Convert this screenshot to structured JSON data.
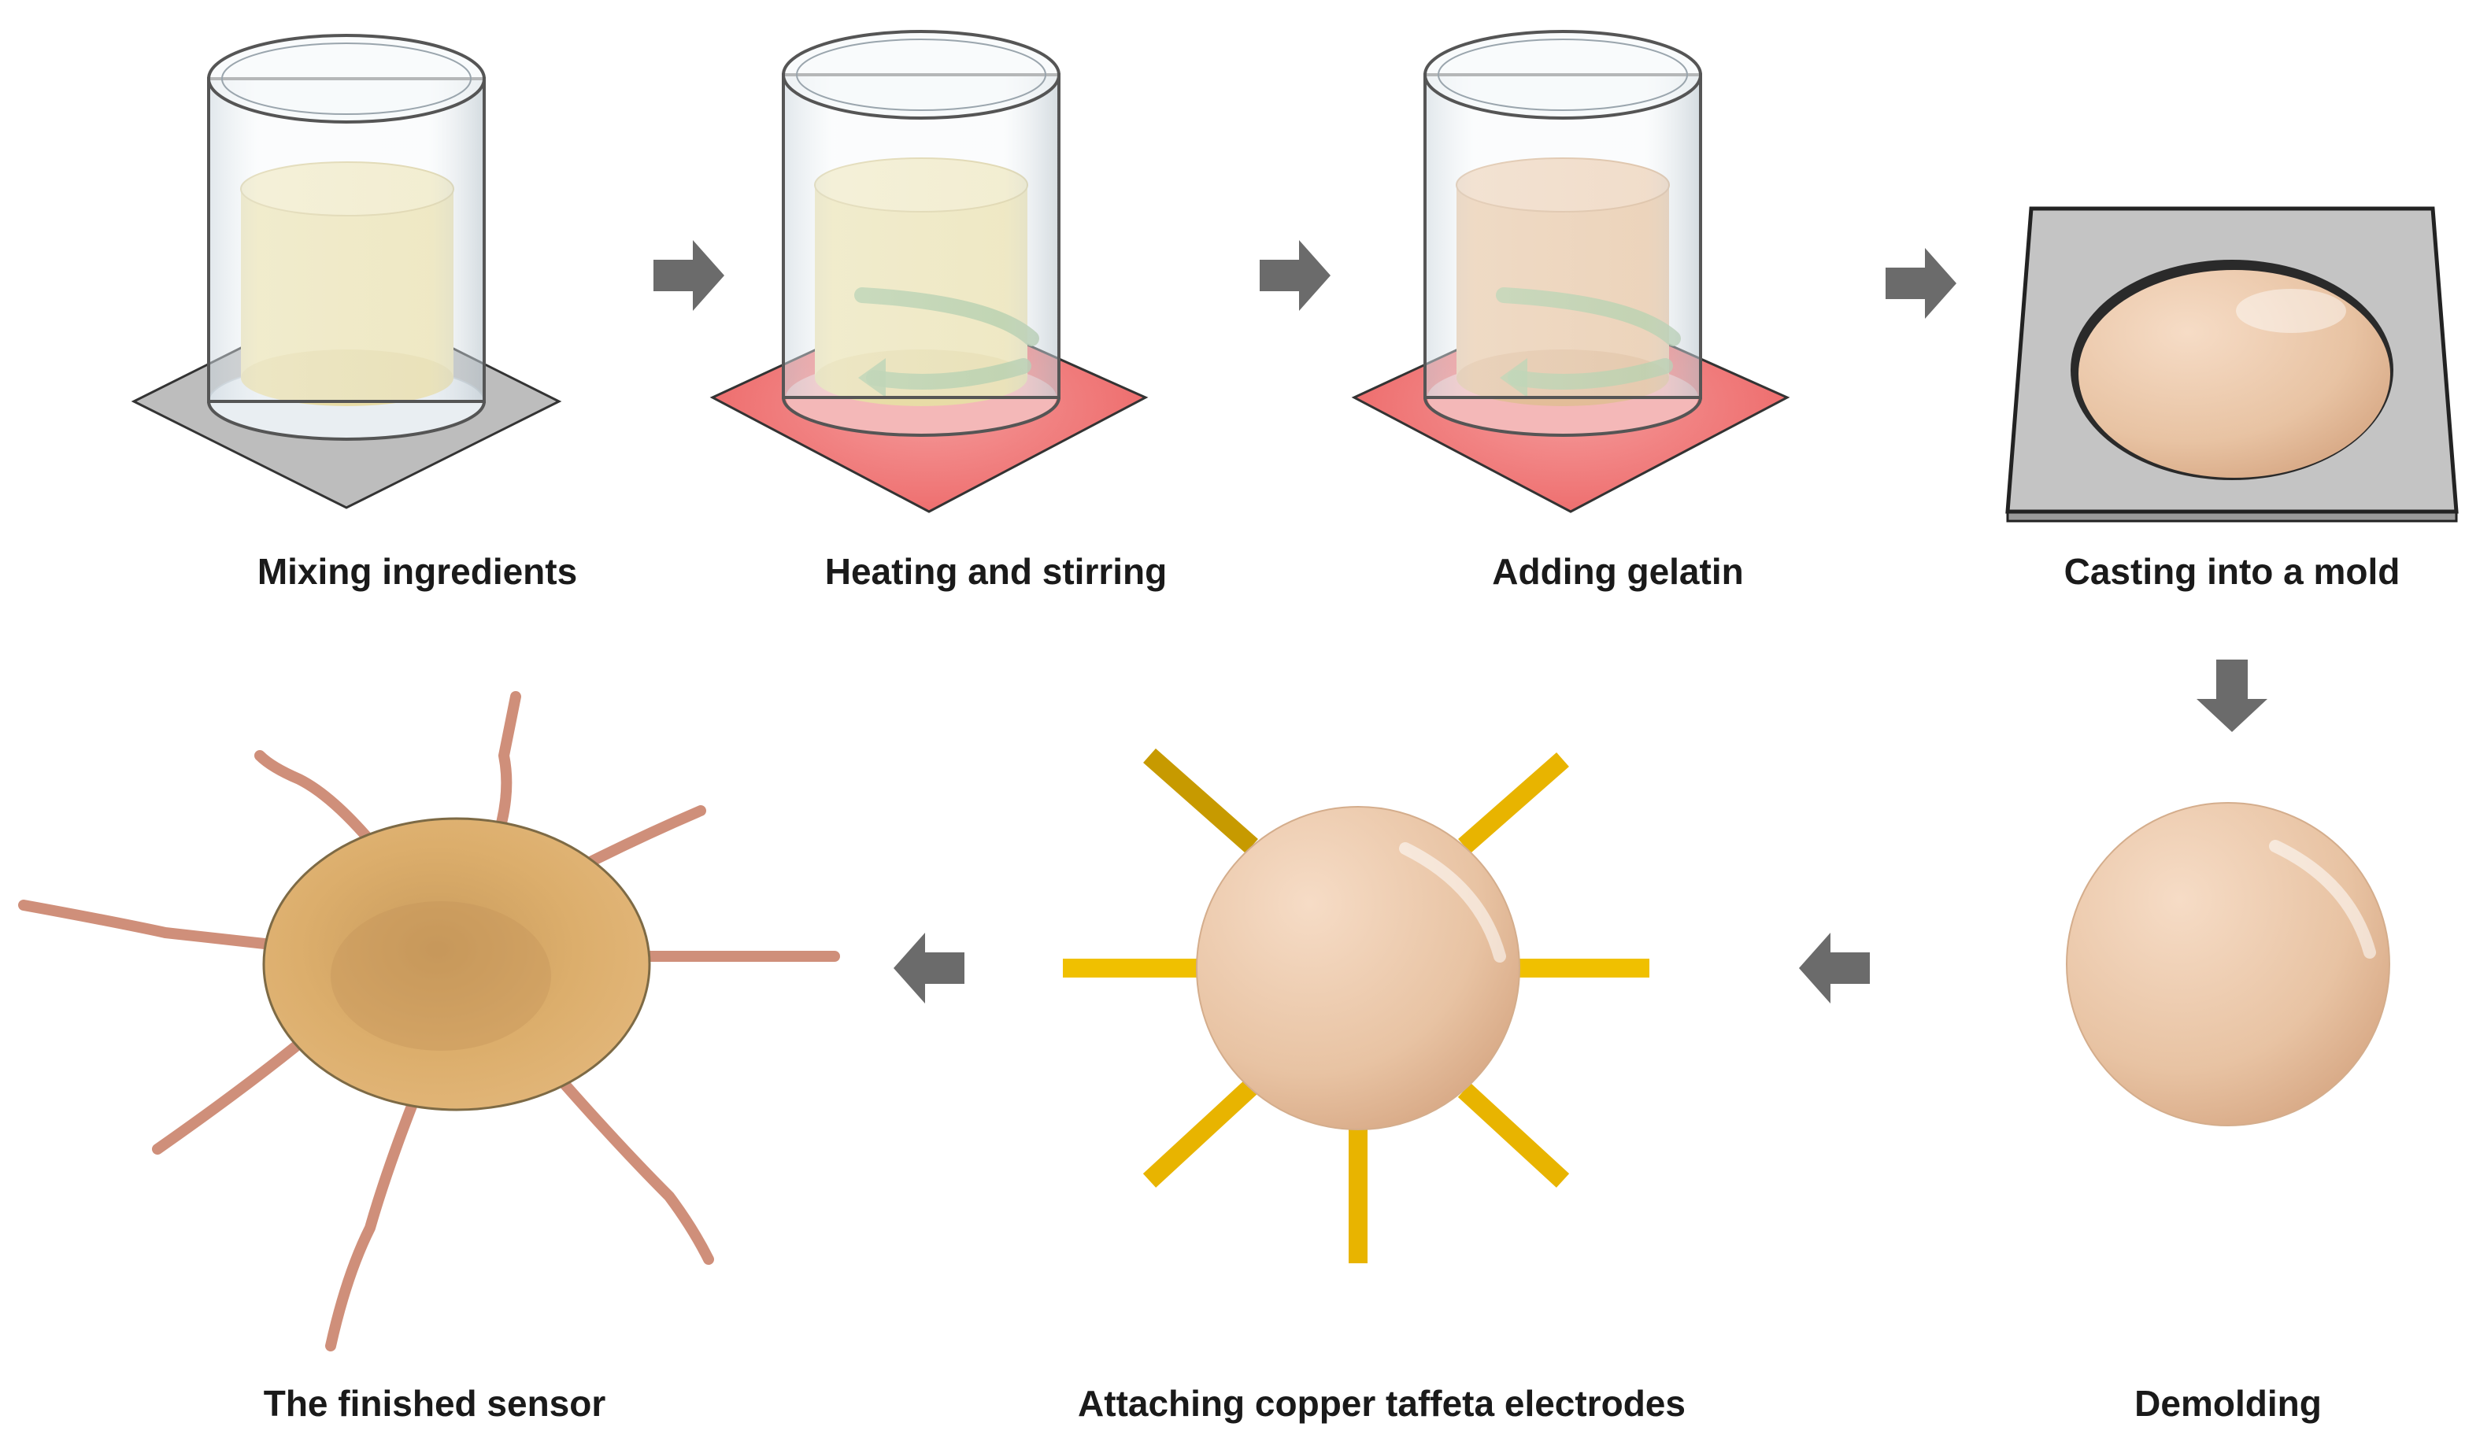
{
  "steps": {
    "mixing": "Mixing ingredients",
    "heating": "Heating and stirring",
    "gelatin": "Adding gelatin",
    "casting": "Casting into a mold",
    "demolding": "Demolding",
    "electrodes": "Attaching copper taffeta electrodes",
    "finished": "The finished sensor"
  },
  "colors": {
    "arrow": "#6b6b6b",
    "plate_off": "#b8b8b8",
    "plate_hot": "#ee7b7b",
    "liquid_yellow": "#efe5b4",
    "liquid_peach": "#eccaa8",
    "gel": "#e9c4a4",
    "electrode_gold": "#e8b400",
    "sensor_body": "#d9ab67",
    "wire": "#cf8f7a",
    "stir_arrow": "#a8c79a"
  },
  "icons": {
    "flow_arrow": "arrow-icon",
    "beaker": "beaker-icon",
    "hot_plate": "hot-plate-icon",
    "mold": "mold-icon"
  }
}
